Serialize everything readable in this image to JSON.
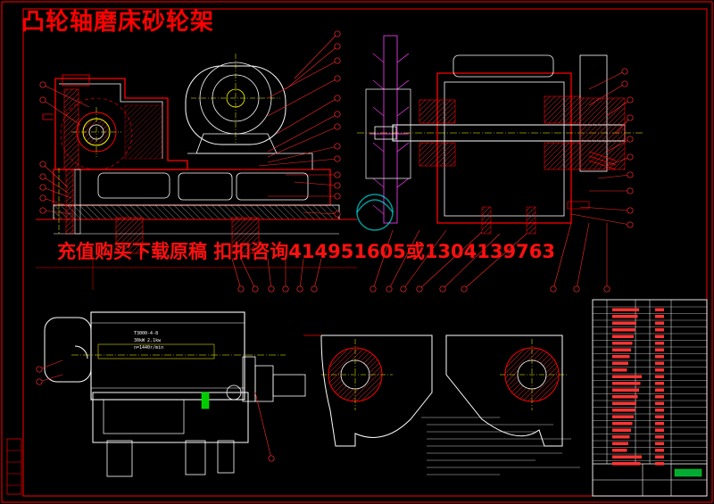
{
  "drawing": {
    "title": "凸轮轴磨床砂轮架",
    "promo_text": "充值购买下载原稿  扣扣咨询414951605或1304139763",
    "colors": {
      "background": "#000000",
      "outline": "#ff0000",
      "section": "#ffffff",
      "centerline": "#ffff00",
      "pulley": "#cc33cc",
      "dimension": "#00ffff",
      "hatch": "#ff3333"
    },
    "views": [
      "main-section-view",
      "spindle-section-view",
      "top-plan-view",
      "section-b-b",
      "section-c-c",
      "title-block"
    ]
  }
}
